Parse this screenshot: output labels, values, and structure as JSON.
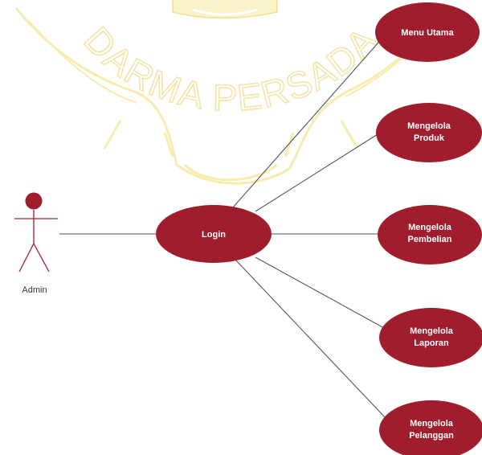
{
  "watermark": {
    "text": "DARMA PERSADA",
    "color": "#f7e9a6"
  },
  "colors": {
    "usecase_fill": "#a01d2e",
    "line": "#555555",
    "actor": "#a01d2e"
  },
  "actor": {
    "label": "Admin",
    "icon": "stick-figure-icon"
  },
  "usecases": {
    "login": {
      "lines": [
        "Login"
      ]
    },
    "menu_utama": {
      "lines": [
        "Menu Utama"
      ]
    },
    "produk": {
      "lines": [
        "Mengelola",
        "Produk"
      ]
    },
    "pembelian": {
      "lines": [
        "Mengelola",
        "Pembelian"
      ]
    },
    "laporan": {
      "lines": [
        "Mengelola",
        "Laporan"
      ]
    },
    "pelanggan": {
      "lines": [
        "Mengelola",
        "Pelanggan"
      ]
    }
  }
}
